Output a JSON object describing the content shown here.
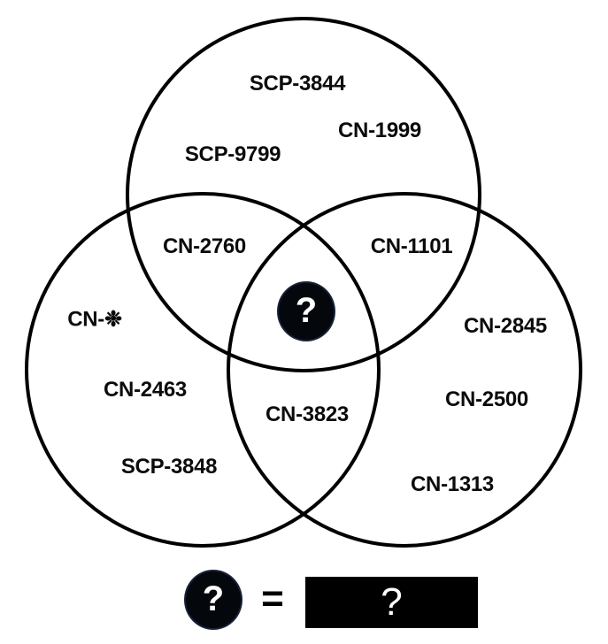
{
  "diagram": {
    "regions": {
      "top_only": [
        "SCP-3844",
        "CN-1999",
        "SCP-9799"
      ],
      "top_left_overlap": [
        "CN-2760"
      ],
      "top_right_overlap": [
        "CN-1101"
      ],
      "left_only": [
        "CN-❉",
        "CN-2463",
        "SCP-3848"
      ],
      "right_only": [
        "CN-2845",
        "CN-2500",
        "CN-1313"
      ],
      "bottom_middle_overlap": [
        "CN-3823"
      ],
      "center_symbol": "?"
    }
  },
  "legend": {
    "symbol": "?",
    "equals": "=",
    "answer_placeholder": "?"
  },
  "colors": {
    "background": "#ffffff",
    "circle_stroke": "#000000",
    "badge_fill": "#04070c",
    "badge_text": "#ffffff",
    "label_text": "#0b0b0b",
    "answer_box_fill": "#000000"
  }
}
